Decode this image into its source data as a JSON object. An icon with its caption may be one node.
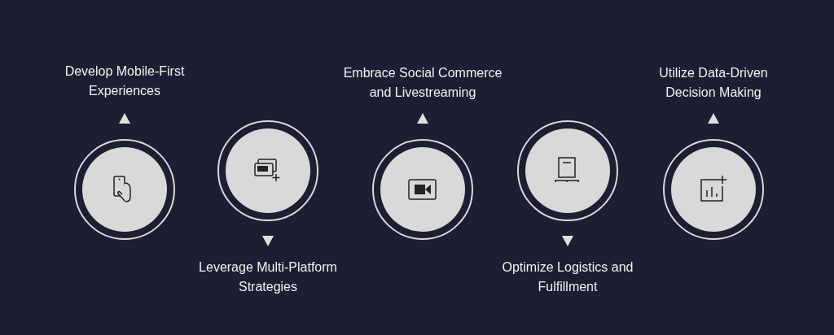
{
  "diagram": {
    "nodes": [
      {
        "text": [
          "Develop Mobile-First Experiences"
        ]
      },
      {
        "text": [],
        "shape": "circle"
      },
      {
        "text": [
          "Leverage Multi-Platform Strategies"
        ]
      },
      {
        "text": [],
        "shape": "circle"
      },
      {
        "text": [
          "Embrace Social Commerce and Livestreaming"
        ]
      },
      {
        "text": [],
        "shape": "circle"
      },
      {
        "text": [
          "Optimize Logistics and Fulfillment"
        ]
      },
      {
        "text": [],
        "shape": "circle"
      },
      {
        "text": [
          "Utilize Data-Driven Decision Making"
        ]
      },
      {
        "text": [],
        "shape": "circle"
      }
    ],
    "edges": [
      {
        "from": 1,
        "to": 0,
        "arrow": "to"
      },
      {
        "from": 3,
        "to": 2,
        "arrow": "to"
      },
      {
        "from": 5,
        "to": 4,
        "arrow": "to"
      },
      {
        "from": 7,
        "to": 6,
        "arrow": "to"
      },
      {
        "from": 9,
        "to": 8,
        "arrow": "to"
      }
    ]
  }
}
